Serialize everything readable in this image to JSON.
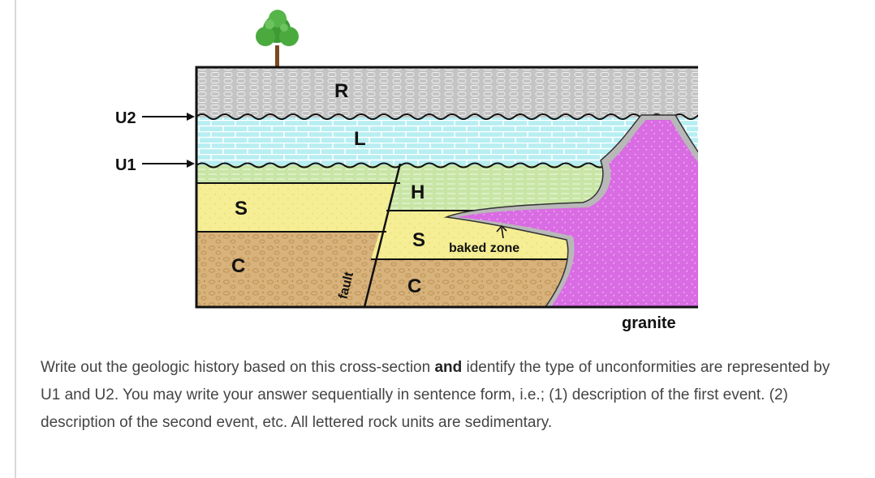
{
  "diagram": {
    "markers": [
      "U2",
      "U1"
    ],
    "units": {
      "R": "R",
      "L": "L",
      "H": "H",
      "S_left": "S",
      "C_left": "C",
      "S_right": "S",
      "C_right": "C"
    },
    "fault_label": "fault",
    "baked_zone_label": "baked zone",
    "granite_label": "granite",
    "colors": {
      "R": "#c4c4c4",
      "L": "#b7eef2",
      "H": "#c8e5a6",
      "S": "#f6ee95",
      "C": "#d7b27a",
      "granite": "#d96be3",
      "baked_zone": "#b8b8b8",
      "tree": "#3d9a35"
    }
  },
  "question": {
    "part1": "Write out the geologic history based on this cross-section ",
    "bold": "and",
    "part2": " identify the type of unconformities are represented by U1 and U2.  You may write your answer sequentially in sentence form, i.e.; (1) description of the first event.  (2) description of the second event, etc.  All lettered rock units are sedimentary."
  }
}
